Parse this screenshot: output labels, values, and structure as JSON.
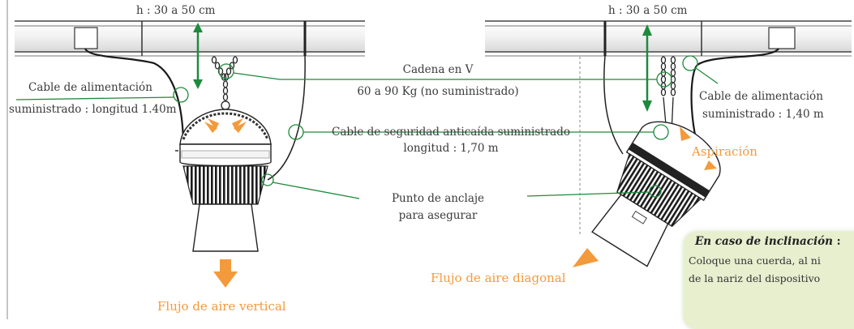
{
  "labels": {
    "height_left": "h : 30 a 50 cm",
    "height_right": "h : 30 a 50 cm",
    "chain_title": "Cadena en V",
    "chain_load": "60 a 90 Kg (no suministrado)",
    "power_left_1": "Cable de alimentación",
    "power_left_2": "suministrado : longitud 1.40m",
    "power_right_1": "Cable de alimentación",
    "power_right_2": "suministrado : 1,40 m",
    "safety_1": "Cable de seguridad anticaída suministrado",
    "safety_2": "longitud : 1,70 m",
    "anchor_1": "Punto de anclaje",
    "anchor_2": "para asegurar",
    "aspiration": "Aspiración",
    "flow_vertical": "Flujo de aire vertical",
    "flow_diagonal": "Flujo de aire diagonal"
  },
  "note": {
    "title_emphasis": "En caso de inclinación",
    "title_suffix": " :",
    "line1": "Coloque una cuerda, al ni",
    "line2": "de la nariz del dispositivo"
  },
  "colors": {
    "leader_green": "#1e8a3c",
    "arrow_orange": "#f39a3c",
    "note_background": "#e7efcf"
  }
}
